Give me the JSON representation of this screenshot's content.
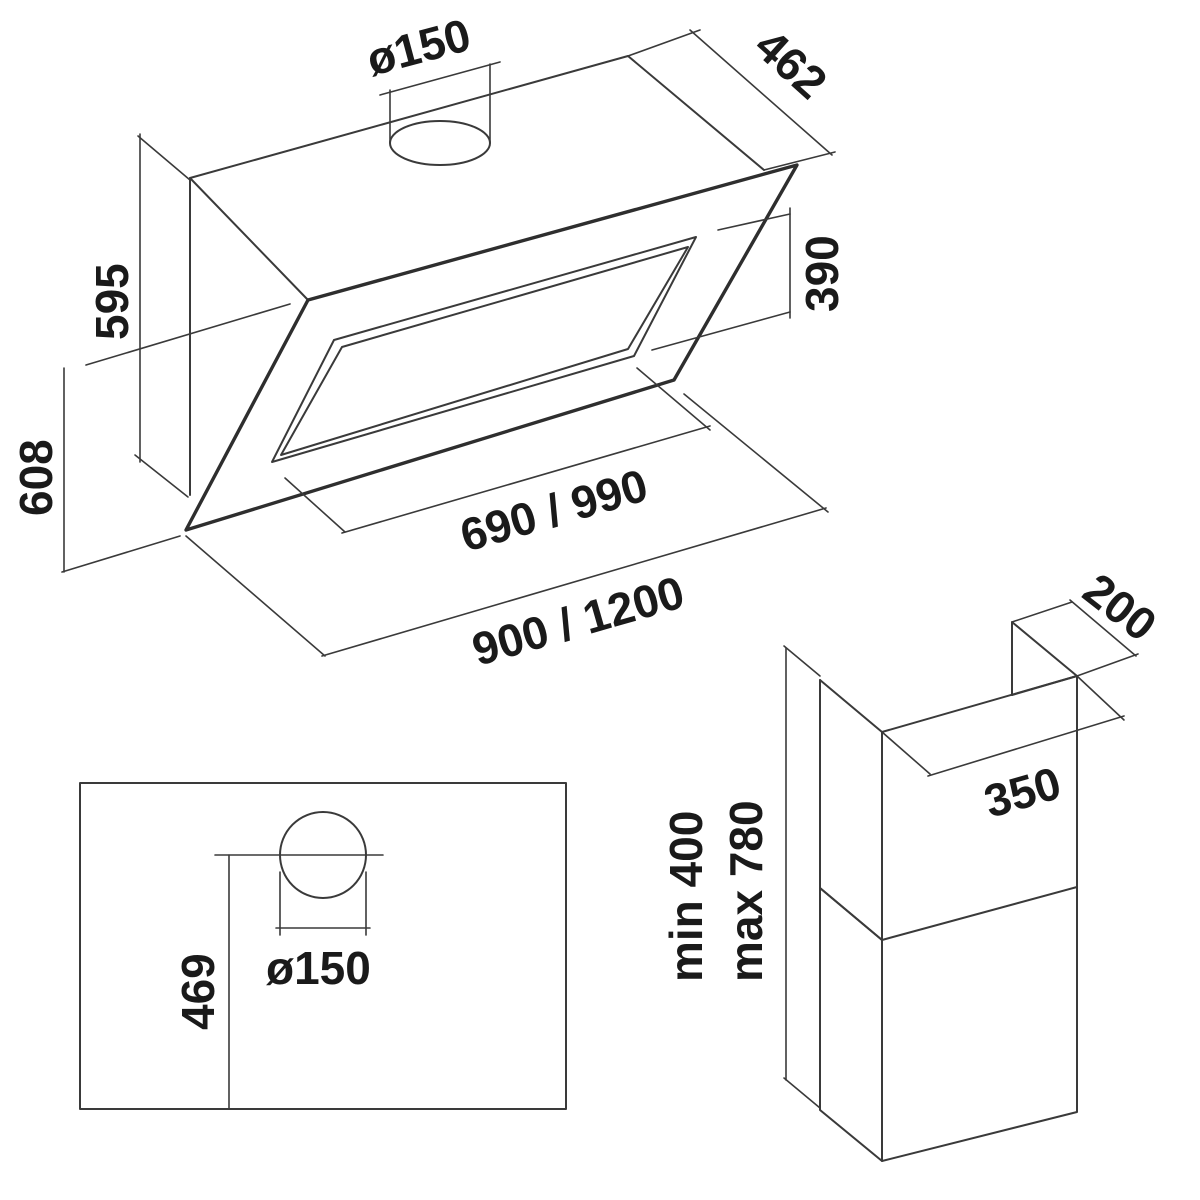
{
  "dimensions": {
    "hood_width": "900 / 1200",
    "filter_width": "690 / 990",
    "hood_depth": "462",
    "duct_diameter_top": "ø150",
    "duct_diameter_plan": "ø150",
    "glass_height": "390",
    "hood_height": "595",
    "overall_height": "608",
    "duct_offset": "469",
    "chimney_width": "350",
    "chimney_depth": "200",
    "chimney_height_min": "min 400",
    "chimney_height_max": "max 780"
  },
  "colors": {
    "line": "#3a3a3a",
    "text": "#1a1a1a",
    "background": "#ffffff"
  }
}
